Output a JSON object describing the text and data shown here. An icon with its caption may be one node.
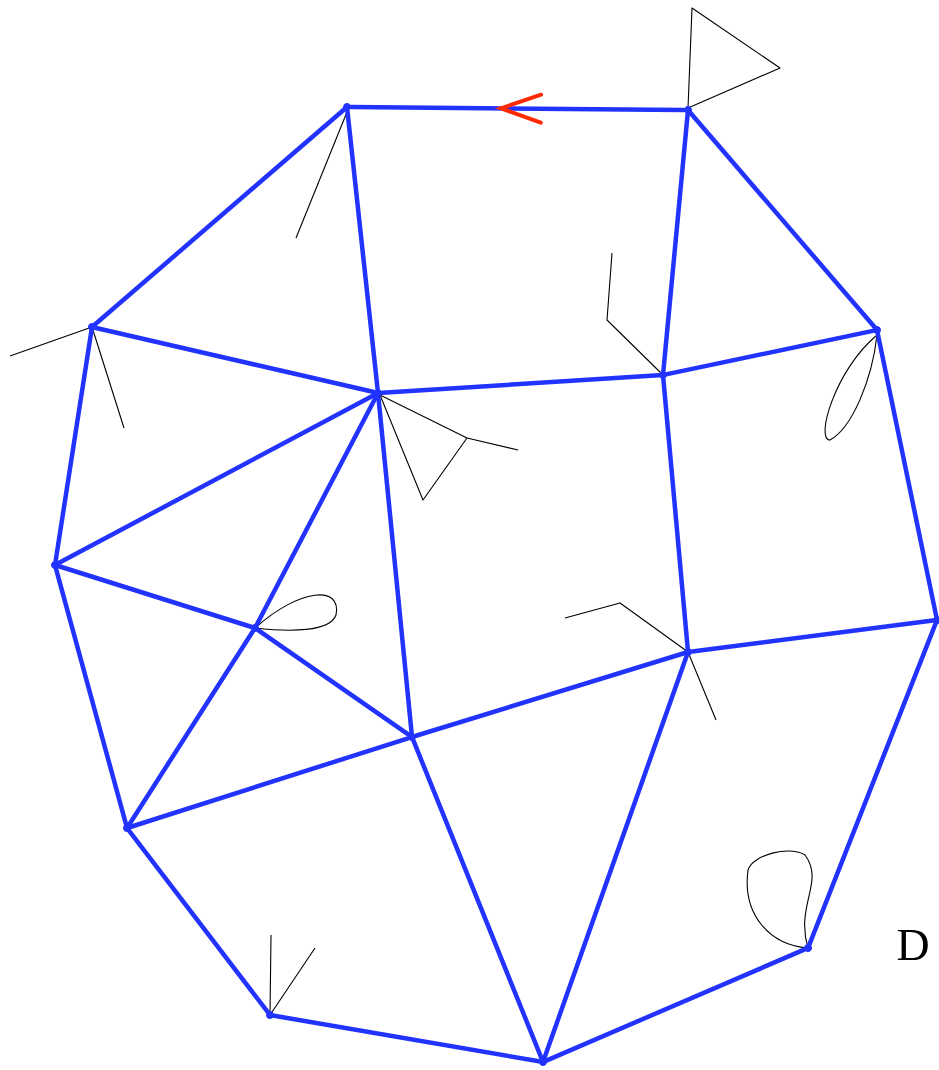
{
  "diagram": {
    "nodes": [
      {
        "text": [],
        "shape": "point"
      },
      {
        "text": [],
        "shape": "point"
      },
      {
        "text": [],
        "shape": "point"
      },
      {
        "text": [],
        "shape": "point"
      },
      {
        "text": [],
        "shape": "point"
      },
      {
        "text": [],
        "shape": "point"
      },
      {
        "text": [],
        "shape": "point"
      },
      {
        "text": [],
        "shape": "point"
      },
      {
        "text": [],
        "shape": "point"
      },
      {
        "text": [],
        "shape": "point"
      },
      {
        "text": [],
        "shape": "point"
      },
      {
        "text": [],
        "shape": "point"
      },
      {
        "text": [],
        "shape": "point"
      },
      {
        "text": [],
        "shape": "point"
      },
      {
        "text": [],
        "shape": "point"
      }
    ],
    "edges": [
      {
        "from": 1,
        "to": 0,
        "arrow": "to"
      },
      {
        "from": 0,
        "to": 2,
        "arrow": "none"
      },
      {
        "from": 0,
        "to": 4,
        "arrow": "none"
      },
      {
        "from": 1,
        "to": 5,
        "arrow": "none"
      },
      {
        "from": 1,
        "to": 3,
        "arrow": "none"
      },
      {
        "from": 2,
        "to": 4,
        "arrow": "none"
      },
      {
        "from": 2,
        "to": 6,
        "arrow": "none"
      },
      {
        "from": 4,
        "to": 6,
        "arrow": "none"
      },
      {
        "from": 4,
        "to": 7,
        "arrow": "none"
      },
      {
        "from": 4,
        "to": 10,
        "arrow": "none"
      },
      {
        "from": 4,
        "to": 5,
        "arrow": "none"
      },
      {
        "from": 5,
        "to": 3,
        "arrow": "none"
      },
      {
        "from": 5,
        "to": 8,
        "arrow": "none"
      },
      {
        "from": 3,
        "to": 9,
        "arrow": "none"
      },
      {
        "from": 6,
        "to": 7,
        "arrow": "none"
      },
      {
        "from": 6,
        "to": 11,
        "arrow": "none"
      },
      {
        "from": 7,
        "to": 10,
        "arrow": "none"
      },
      {
        "from": 7,
        "to": 11,
        "arrow": "none"
      },
      {
        "from": 10,
        "to": 8,
        "arrow": "none"
      },
      {
        "from": 8,
        "to": 9,
        "arrow": "none"
      },
      {
        "from": 10,
        "to": 11,
        "arrow": "none"
      },
      {
        "from": 10,
        "to": 13,
        "arrow": "none"
      },
      {
        "from": 8,
        "to": 13,
        "arrow": "none"
      },
      {
        "from": 11,
        "to": 12,
        "arrow": "none"
      },
      {
        "from": 12,
        "to": 13,
        "arrow": "none"
      },
      {
        "from": 13,
        "to": 14,
        "arrow": "none"
      },
      {
        "from": 14,
        "to": 9,
        "arrow": "none"
      }
    ],
    "labels": [
      "D"
    ]
  }
}
